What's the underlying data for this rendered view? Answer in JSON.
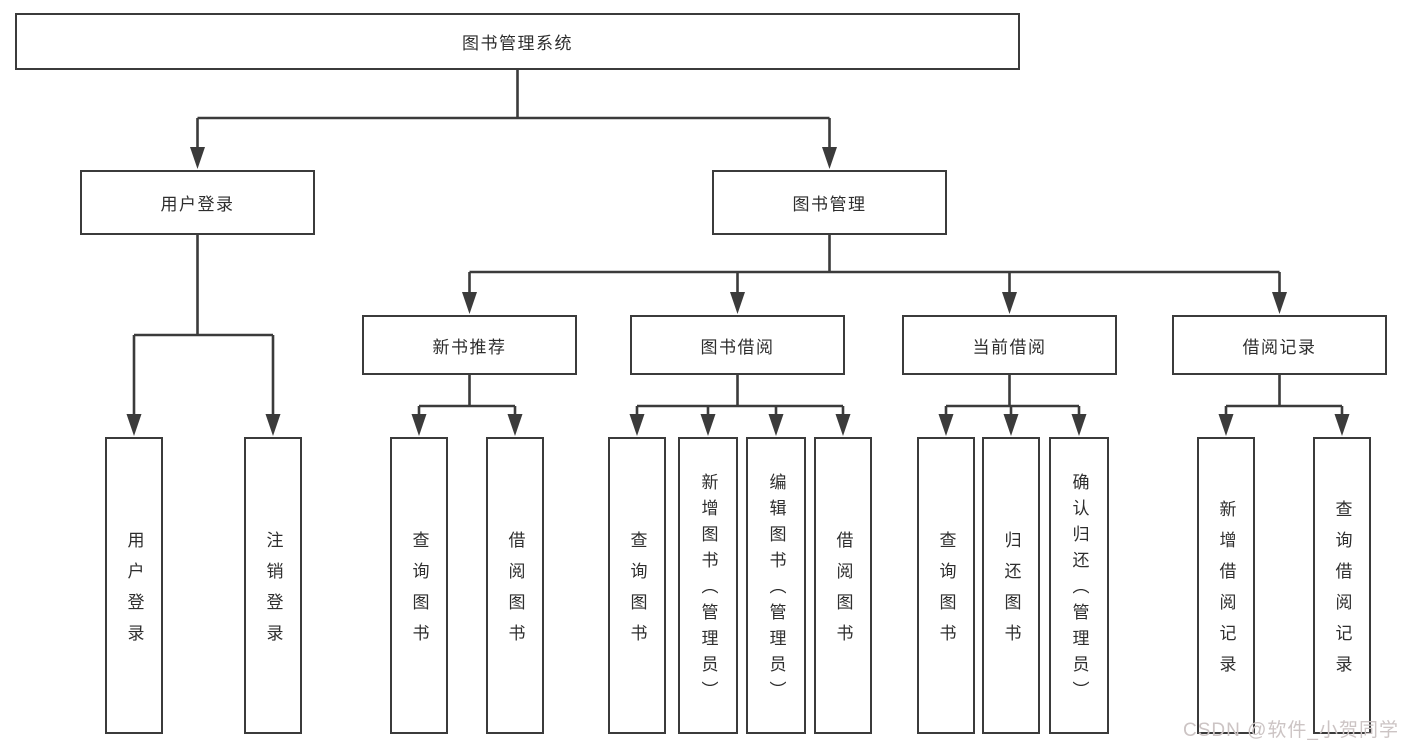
{
  "root": {
    "label": "图书管理系统"
  },
  "level2": [
    {
      "label": "用户登录"
    },
    {
      "label": "图书管理"
    }
  ],
  "level3": [
    {
      "label": "新书推荐"
    },
    {
      "label": "图书借阅"
    },
    {
      "label": "当前借阅"
    },
    {
      "label": "借阅记录"
    }
  ],
  "leaves": {
    "user_login": [
      "用户登录",
      "注销登录"
    ],
    "new_book": [
      "查询图书",
      "借阅图书"
    ],
    "book_borrow": [
      "查询图书",
      "新增图书（管理员）",
      "编辑图书（管理员）",
      "借阅图书"
    ],
    "current_borrow": [
      "查询图书",
      "归还图书",
      "确认归还（管理员）"
    ],
    "borrow_records": [
      "新增借阅记录",
      "查询借阅记录"
    ]
  },
  "watermark": "CSDN @软件_小贺同学",
  "colors": {
    "line": "#3b3b3b",
    "border": "#3b3b3b",
    "text": "#2e2e2e",
    "watermark": "#ccc4c4"
  }
}
